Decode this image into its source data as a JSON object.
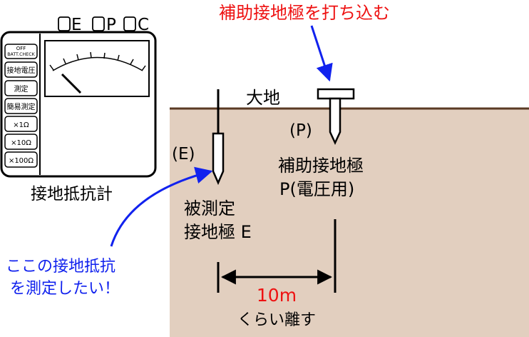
{
  "meter": {
    "terminals": [
      "E",
      "P",
      "C"
    ],
    "buttons": [
      "OFF\nBATT.CHECK",
      "接地電圧",
      "測定",
      "簡易測定",
      "×1Ω",
      "×10Ω",
      "×100Ω"
    ],
    "caption": "接地抵抗計"
  },
  "ground_label": "大地",
  "top_instruction": "補助接地極を打ち込む",
  "electrode_e": {
    "tag": "(E)",
    "label_line1": "被測定",
    "label_line2": "接地極 E"
  },
  "electrode_p": {
    "tag": "(P)",
    "label_line1": "補助接地極",
    "label_line2": "P(電圧用)"
  },
  "distance": {
    "value": "10m",
    "note": "くらい離す"
  },
  "measure_note": {
    "line1": "ここの接地抵抗",
    "line2": "を測定したい！"
  },
  "colors": {
    "soil": "#e2cfbf",
    "ground_line": "#5a3a24",
    "red_text": "#ee1111",
    "blue": "#1122ee"
  }
}
